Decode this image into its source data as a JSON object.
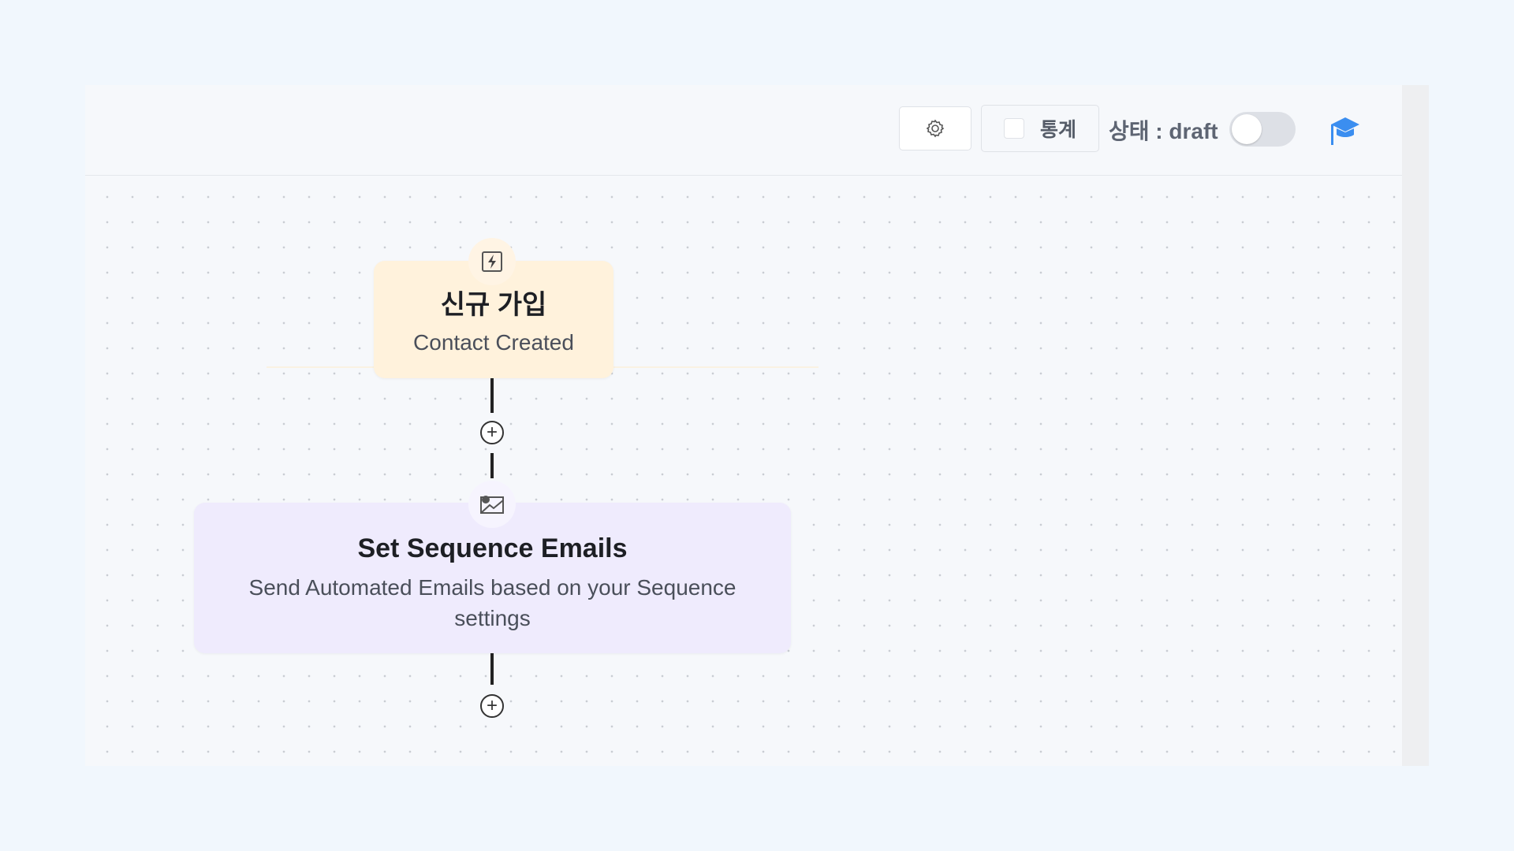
{
  "toolbar": {
    "settings_icon": "gear-icon",
    "stats_label": "통계",
    "status_label": "상태 : draft",
    "status_toggle_on": false,
    "help_icon": "graduation-cap-icon",
    "accent": "#3b8ef0"
  },
  "nodes": [
    {
      "title": "신규 가입",
      "description": "Contact Created",
      "icon": "lightning-icon",
      "color": "#fff2dc"
    },
    {
      "title": "Set Sequence Emails",
      "description": "Send Automated Emails based on your Sequence settings",
      "icon": "email-icon",
      "color": "#efebfd"
    }
  ]
}
